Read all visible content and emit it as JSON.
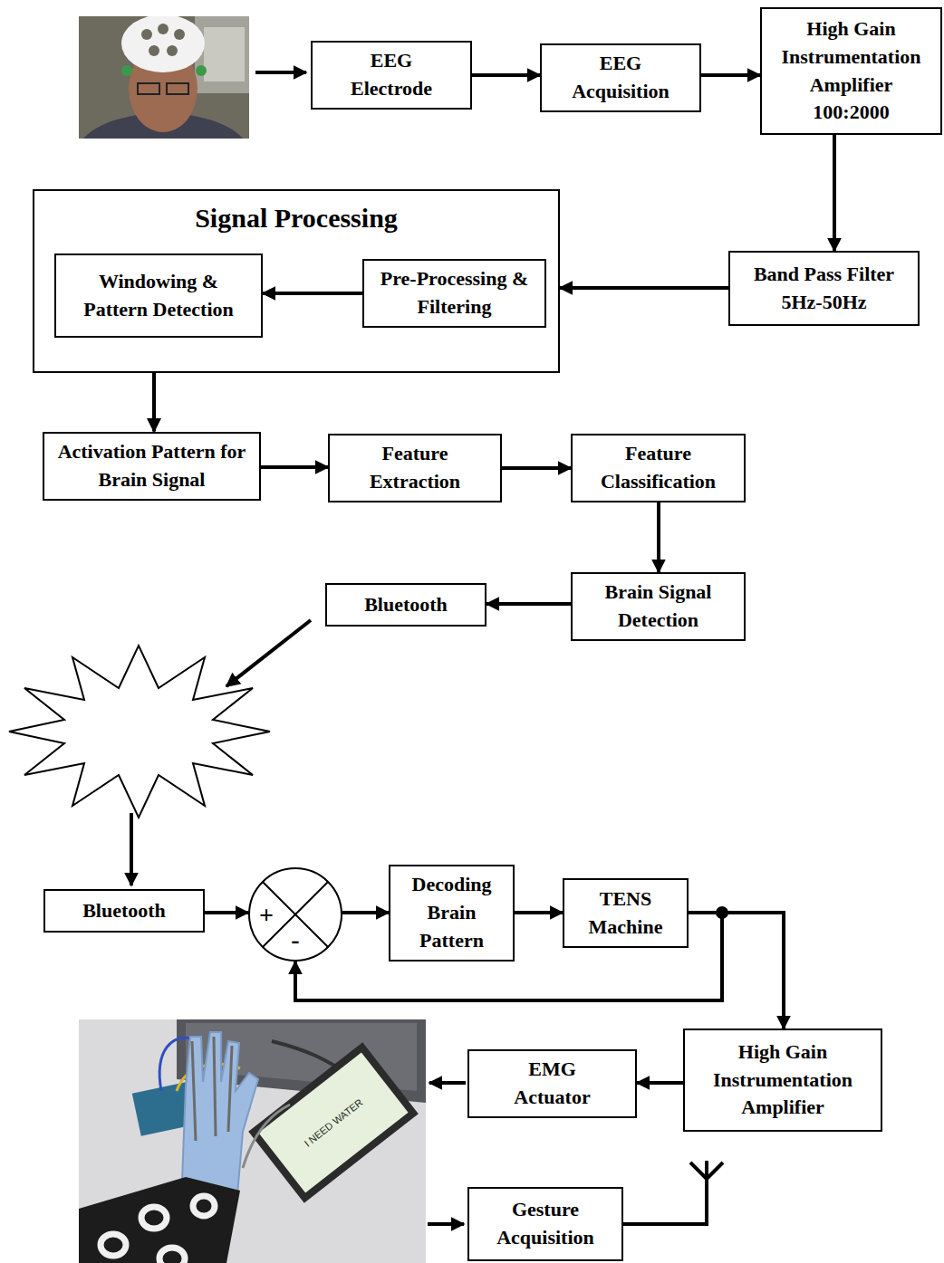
{
  "diagram": {
    "nodes": [
      {
        "text": [
          "EEG Electrode"
        ]
      },
      {
        "text": [
          "EEG Acquisition"
        ]
      },
      {
        "text": [
          "High Gain Instrumentation Amplifier 100:2000"
        ]
      },
      {
        "text": [
          "Band Pass Filter 5Hz-50Hz"
        ]
      },
      {
        "text": [
          "Signal Processing"
        ]
      },
      {
        "text": [
          "Windowing & Pattern Detection"
        ],
        "in": 4
      },
      {
        "text": [
          "Pre-Processing & Filtering"
        ],
        "in": 4
      },
      {
        "text": [
          "Activation Pattern for Brain Signal"
        ]
      },
      {
        "text": [
          "Feature Extraction"
        ]
      },
      {
        "text": [
          "Feature Classification"
        ]
      },
      {
        "text": [
          "Brain Signal Detection"
        ]
      },
      {
        "text": [
          "Bluetooth"
        ]
      },
      {
        "text": [
          "Bluetooth"
        ]
      },
      {
        "text": [
          "+",
          "-"
        ]
      },
      {
        "text": [
          "Decoding Brain Pattern"
        ]
      },
      {
        "text": [
          "TENS Machine"
        ]
      },
      {
        "text": [
          "High Gain Instrumentation Amplifier"
        ]
      },
      {
        "text": [
          "EMG Actuator"
        ]
      },
      {
        "text": [
          "Gesture Acquisition"
        ]
      }
    ],
    "edges": [
      {
        "from": 0,
        "to": 1,
        "arrow": "to"
      },
      {
        "from": 1,
        "to": 2,
        "arrow": "to"
      },
      {
        "from": 2,
        "to": 3,
        "arrow": "to"
      },
      {
        "from": 3,
        "to": 4,
        "arrow": "to"
      },
      {
        "from": 6,
        "to": 5,
        "arrow": "to"
      },
      {
        "from": 4,
        "to": 7,
        "arrow": "to"
      },
      {
        "from": 7,
        "to": 8,
        "arrow": "to"
      },
      {
        "from": 8,
        "to": 9,
        "arrow": "to"
      },
      {
        "from": 9,
        "to": 10,
        "arrow": "to"
      },
      {
        "from": 10,
        "to": 11,
        "arrow": "to"
      },
      {
        "from": 12,
        "to": 13,
        "arrow": "to"
      },
      {
        "from": 13,
        "to": 14,
        "arrow": "to"
      },
      {
        "from": 14,
        "to": 15,
        "arrow": "to"
      },
      {
        "from": 15,
        "to": 13,
        "arrow": "to"
      },
      {
        "from": 15,
        "to": 16,
        "arrow": "to"
      },
      {
        "from": 16,
        "to": 17,
        "arrow": "to"
      }
    ],
    "labels": [
      "I NEED WATER"
    ]
  }
}
